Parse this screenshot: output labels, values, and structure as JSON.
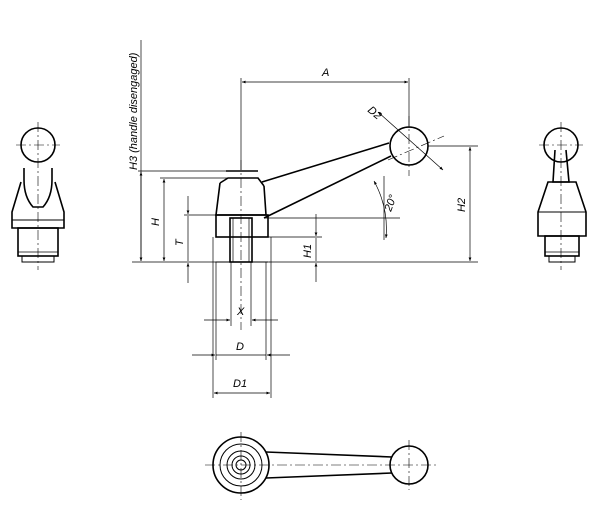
{
  "labels": {
    "a": "A",
    "d2": "D2",
    "h3": "H3 (handle disengaged)",
    "h": "H",
    "t": "T",
    "h1": "H1",
    "h2": "H2",
    "angle": "20°",
    "x": "X",
    "d": "D",
    "d1": "D1"
  }
}
